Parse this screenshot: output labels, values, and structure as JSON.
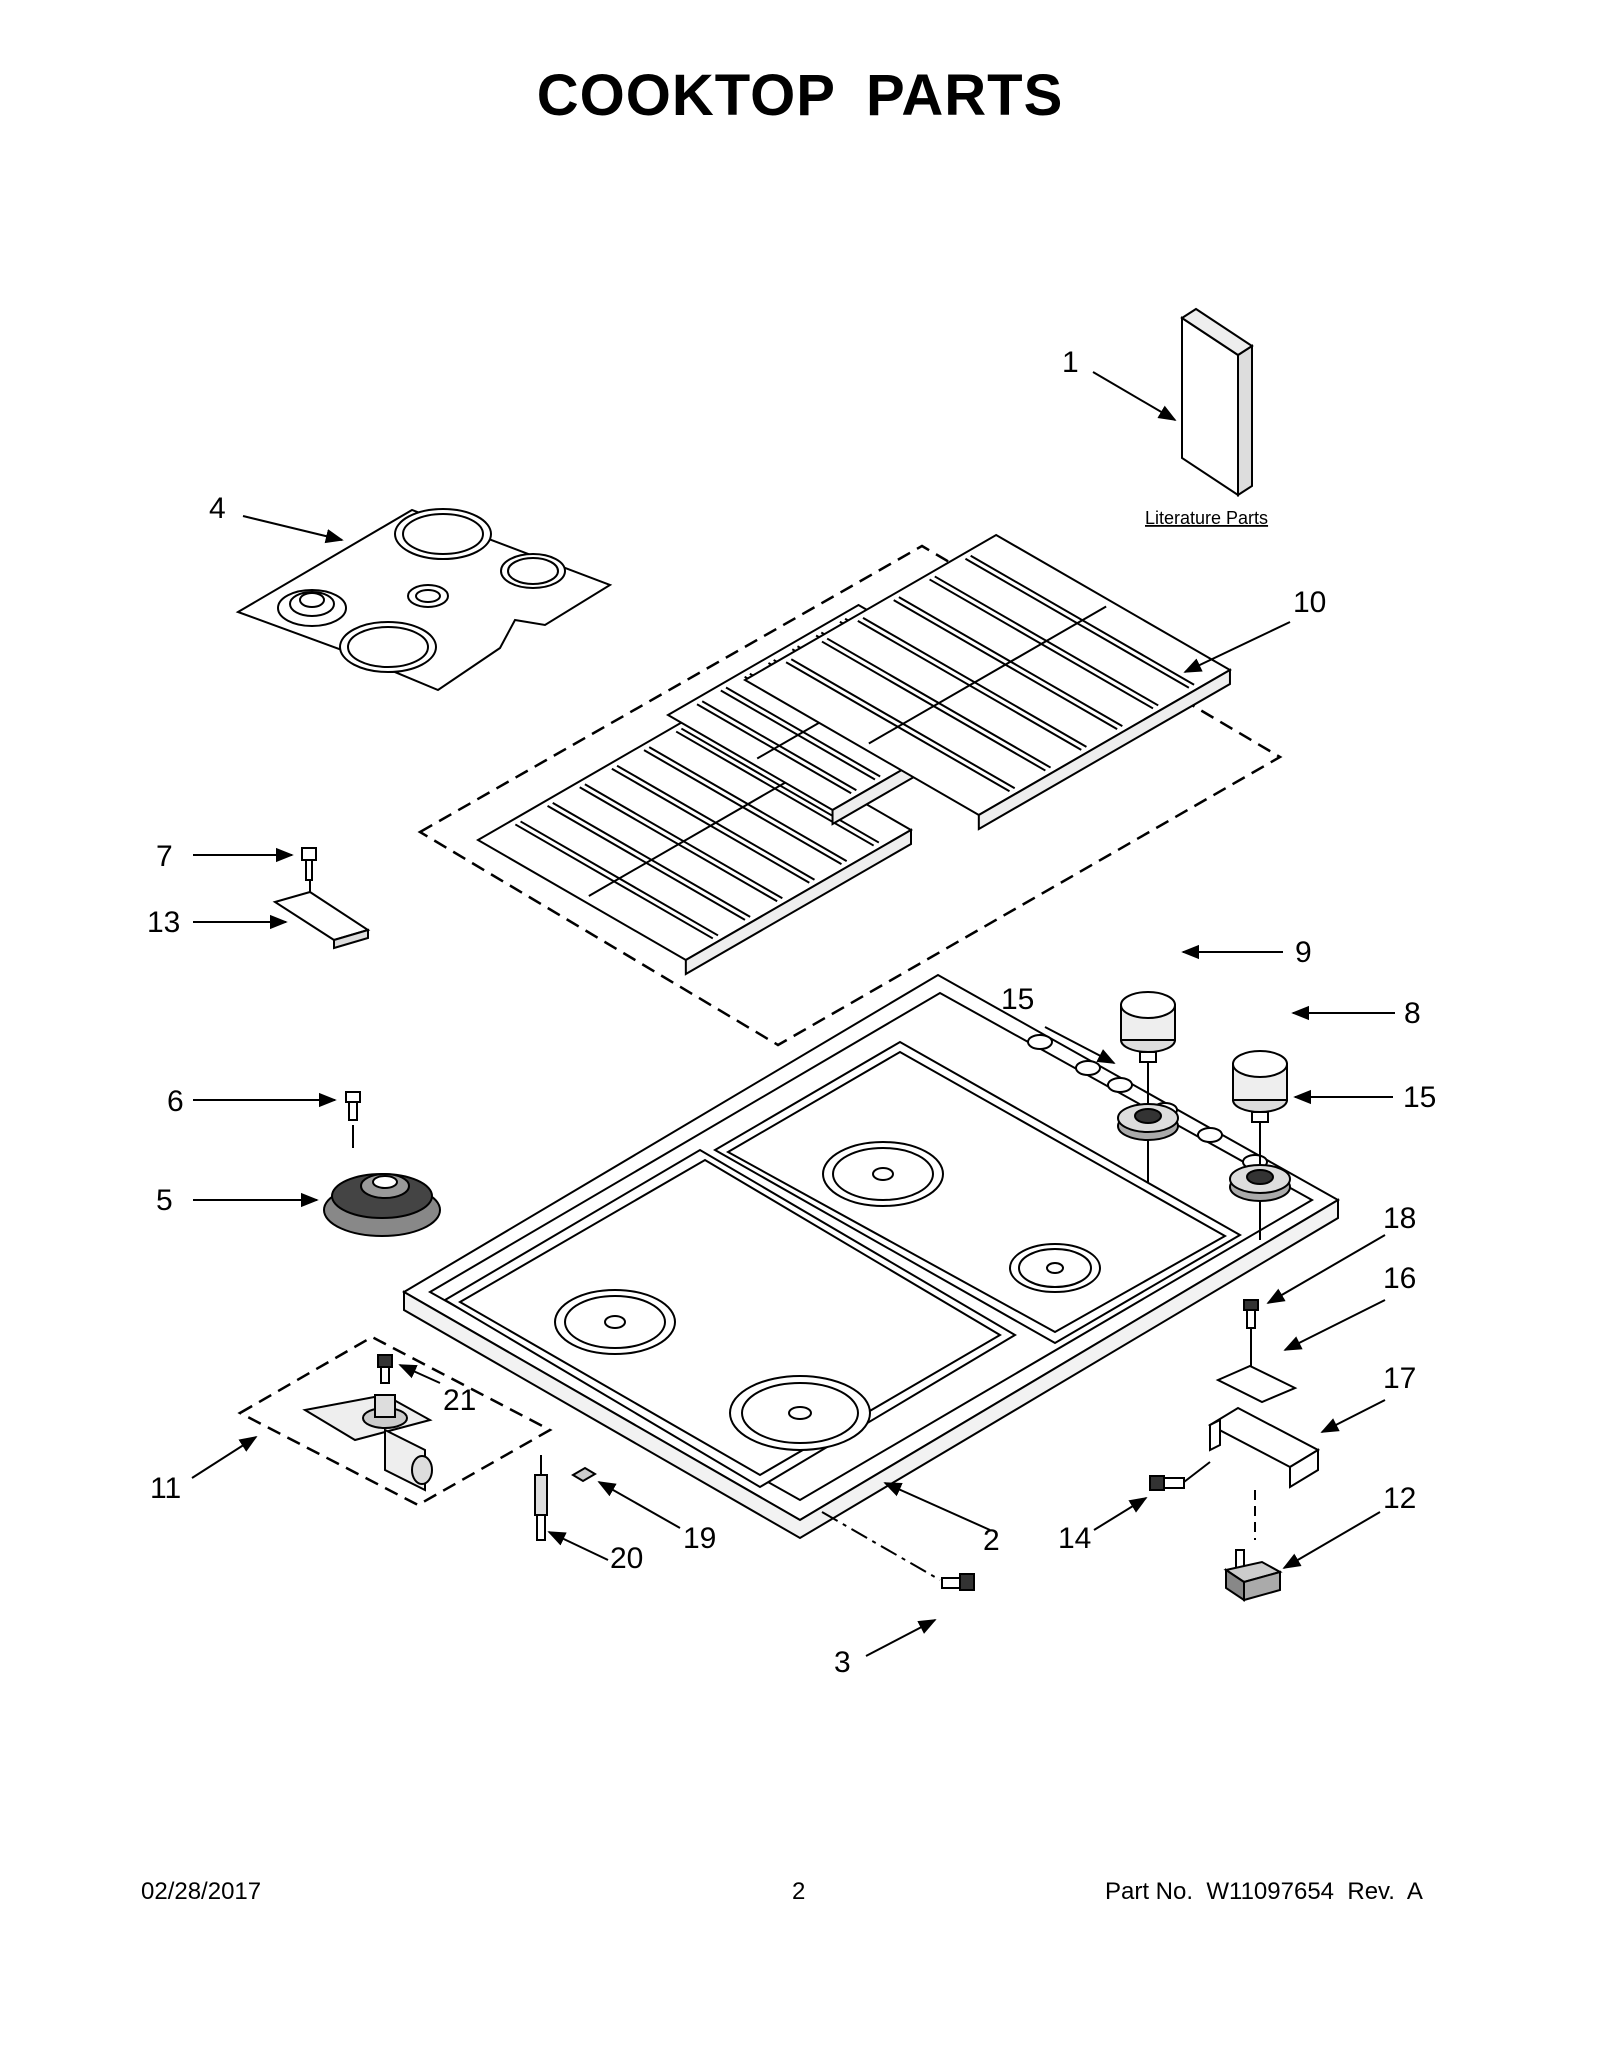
{
  "title": "COOKTOP PARTS",
  "literature_label": "Literature Parts",
  "footer": {
    "date": "02/28/2017",
    "page": "2",
    "part_no": "Part No.  W11097654  Rev.  A"
  },
  "callouts": {
    "c1": "1",
    "c2": "2",
    "c3": "3",
    "c4": "4",
    "c5": "5",
    "c6": "6",
    "c7": "7",
    "c8": "8",
    "c9": "9",
    "c10": "10",
    "c11": "11",
    "c12": "12",
    "c13": "13",
    "c14": "14",
    "c15a": "15",
    "c15b": "15",
    "c16": "16",
    "c17": "17",
    "c18": "18",
    "c19": "19",
    "c20": "20",
    "c21": "21"
  }
}
